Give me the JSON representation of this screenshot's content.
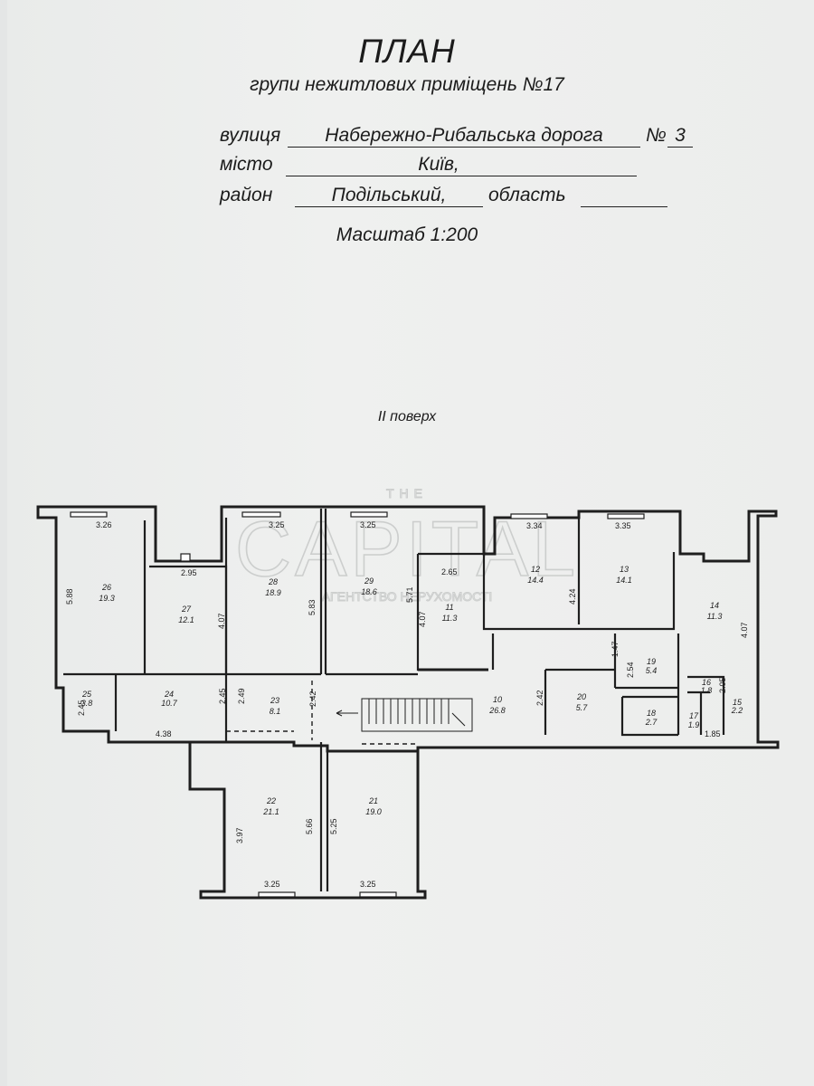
{
  "header": {
    "title": "ПЛАН",
    "subtitle": "групи нежитлових приміщень №17",
    "street_label": "вулиця",
    "street_value": "Набережно-Рибальська дорога",
    "number_label": "№",
    "number_value": "3",
    "city_label": "місто",
    "city_value": "Київ,",
    "district_label": "район",
    "district_value": "Подільський,",
    "region_label": "область",
    "scale": "Масштаб 1:200",
    "floor": "II поверх"
  },
  "watermark": {
    "top": "THE",
    "main": "CAPITAL",
    "tagline": "АГЕНТСТВО НЕРУХОМОСТІ"
  },
  "plan": {
    "rooms": [
      {
        "no": "26",
        "area": "19.3"
      },
      {
        "no": "27",
        "area": "12.1"
      },
      {
        "no": "28",
        "area": "18.9"
      },
      {
        "no": "29",
        "area": "18.6"
      },
      {
        "no": "11",
        "area": "11.3"
      },
      {
        "no": "12",
        "area": "14.4"
      },
      {
        "no": "13",
        "area": "14.1"
      },
      {
        "no": "14",
        "area": "11.3"
      },
      {
        "no": "25",
        "area": "3.8"
      },
      {
        "no": "24",
        "area": "10.7"
      },
      {
        "no": "23",
        "area": "8.1"
      },
      {
        "no": "10",
        "area": "26.8"
      },
      {
        "no": "20",
        "area": "5.7"
      },
      {
        "no": "19",
        "area": "5.4"
      },
      {
        "no": "16",
        "area": "1.8"
      },
      {
        "no": "15",
        "area": "2.2"
      },
      {
        "no": "18",
        "area": "2.7"
      },
      {
        "no": "17",
        "area": "1.9"
      },
      {
        "no": "22",
        "area": "21.1"
      },
      {
        "no": "21",
        "area": "19.0"
      }
    ],
    "dimensions": [
      "3.26",
      "5.88",
      "2.95",
      "4.07",
      "3.25",
      "5.83",
      "3.25",
      "5.71",
      "2.65",
      "4.07",
      "3.34",
      "4.24",
      "3.35",
      "4.07",
      "2.45",
      "4.38",
      "2.45",
      "2.49",
      "2.42",
      "2.42",
      "1.47",
      "2.54",
      "2.05",
      "1.85",
      "3.97",
      "5.66",
      "5.25",
      "3.25",
      "3.25"
    ]
  }
}
